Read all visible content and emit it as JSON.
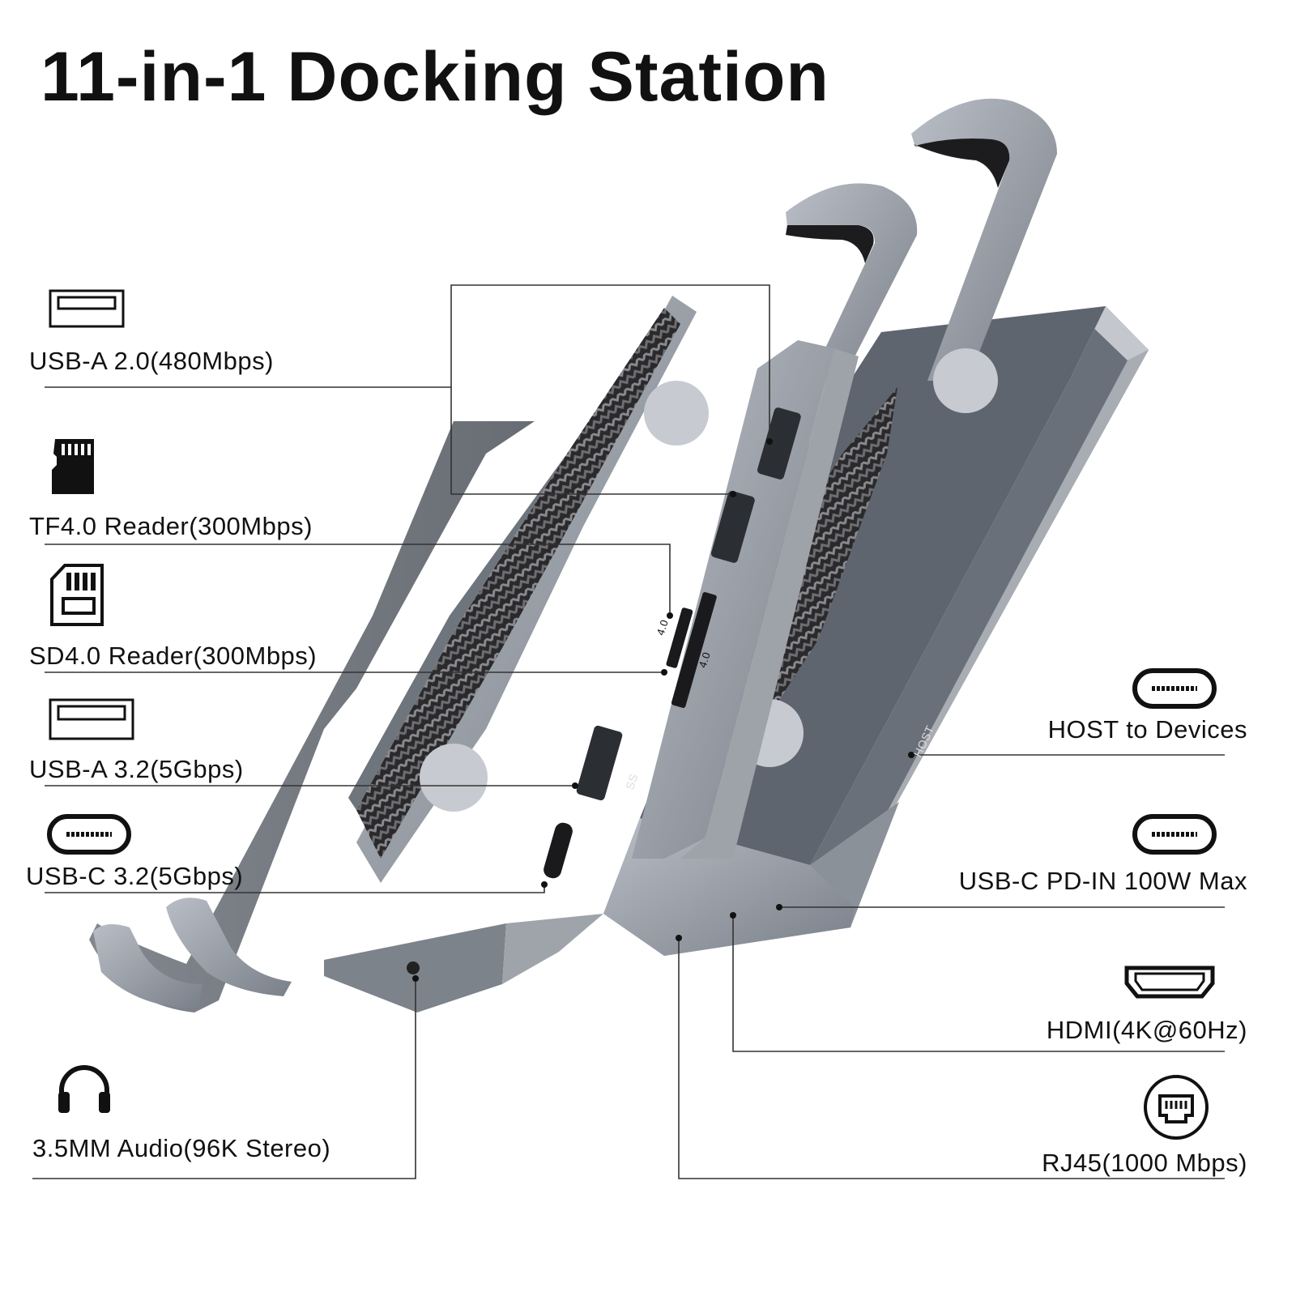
{
  "title": "11-in-1 Docking Station",
  "accent_colors": {
    "dock_body": "#8d939c",
    "dock_dark": "#555b63",
    "carbon": "#2c2c2e",
    "leader_line": "#333333"
  },
  "ports_left": [
    {
      "icon": "usb-a-icon",
      "label": "USB-A 2.0(480Mbps)"
    },
    {
      "icon": "microsd-card-icon",
      "label": "TF4.0 Reader(300Mbps)"
    },
    {
      "icon": "sd-card-icon",
      "label": "SD4.0 Reader(300Mbps)"
    },
    {
      "icon": "usb-a-icon",
      "label": "USB-A 3.2(5Gbps)"
    },
    {
      "icon": "usb-c-icon",
      "label": "USB-C 3.2(5Gbps)"
    },
    {
      "icon": "headphones-icon",
      "label": "3.5MM Audio(96K Stereo)"
    }
  ],
  "ports_right": [
    {
      "icon": "usb-c-icon",
      "label": "HOST to Devices"
    },
    {
      "icon": "usb-c-icon",
      "label": "USB-C PD-IN 100W Max"
    },
    {
      "icon": "hdmi-icon",
      "label": "HDMI(4K@60Hz)"
    },
    {
      "icon": "ethernet-icon",
      "label": "RJ45(1000 Mbps)"
    }
  ],
  "device_markings": {
    "tf_slot": "4.0",
    "sd_slot": "4.0",
    "host_port": "HOST",
    "superspeed": "SS"
  }
}
